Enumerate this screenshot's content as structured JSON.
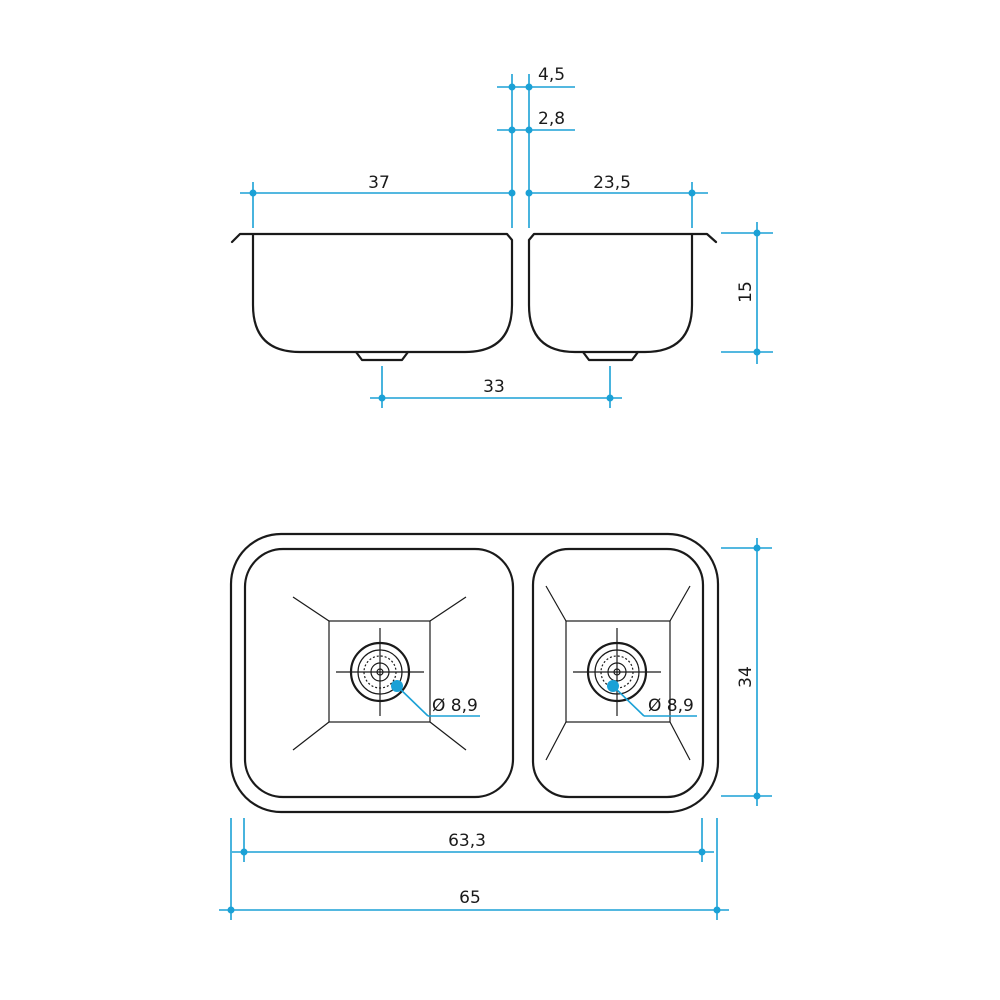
{
  "drawing": {
    "side_view": {
      "dims": {
        "rim_thickness": "4,5",
        "divider_width": "2,8",
        "left_bowl_width": "37",
        "right_bowl_width": "23,5",
        "depth": "15",
        "drain_spacing": "33"
      }
    },
    "top_view": {
      "dims": {
        "depth": "34",
        "left_drain_diameter": "Ø 8,9",
        "right_drain_diameter": "Ø 8,9",
        "inner_width": "63,3",
        "outer_width": "65"
      }
    },
    "colors": {
      "dimension_line": "#1ba1d6",
      "outline": "#1a1a1a"
    }
  }
}
